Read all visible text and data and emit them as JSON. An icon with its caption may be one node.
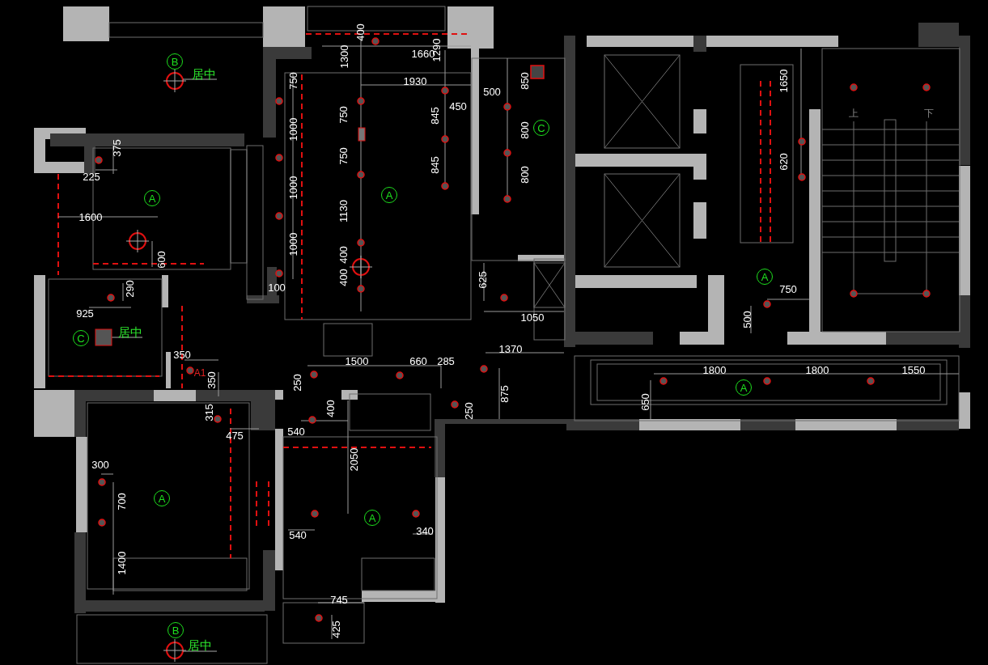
{
  "diagram": {
    "labels": [
      "400",
      "1660",
      "1290",
      "B",
      "居中",
      "1300",
      "850",
      "750",
      "1930",
      "500",
      "450",
      "上",
      "下",
      "845",
      "750",
      "C",
      "1000",
      "800",
      "1650",
      "375",
      "750",
      "845",
      "620",
      "225",
      "800",
      "A",
      "1000",
      "A",
      "1130",
      "1600",
      "1000",
      "400",
      "600",
      "400",
      "625",
      "A",
      "100",
      "290",
      "750",
      "925",
      "1050",
      "500",
      "C",
      "居中",
      "1370",
      "350",
      "1500",
      "660",
      "285",
      "1800",
      "1800",
      "1550",
      "A1",
      "350",
      "250",
      "A",
      "875",
      "650",
      "400",
      "315",
      "250",
      "540",
      "475",
      "2050",
      "300",
      "A",
      "700",
      "A",
      "340",
      "540",
      "1400",
      "745",
      "B",
      "425",
      "居中"
    ]
  }
}
